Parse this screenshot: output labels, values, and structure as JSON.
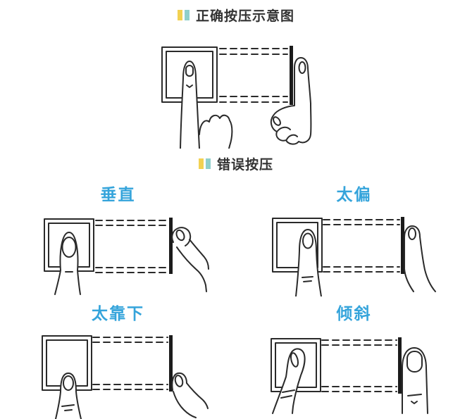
{
  "colors": {
    "background": "#ffffff",
    "heading_text": "#333333",
    "label_blue": "#35a4db",
    "marker_yellow": "#f2d152",
    "marker_teal": "#8fcfcb",
    "line_art": "#2a2a2a",
    "sensor_bar": "#1b1b1b"
  },
  "icons": {
    "heading_marker": "double-bar-icon"
  },
  "headings": {
    "correct": "正确按压示意图",
    "wrong": "错误按压"
  },
  "wrong_examples": [
    {
      "id": "vertical",
      "label": "垂直"
    },
    {
      "id": "too-off-center",
      "label": "太偏"
    },
    {
      "id": "too-low",
      "label": "太靠下"
    },
    {
      "id": "tilted",
      "label": "倾斜"
    }
  ]
}
